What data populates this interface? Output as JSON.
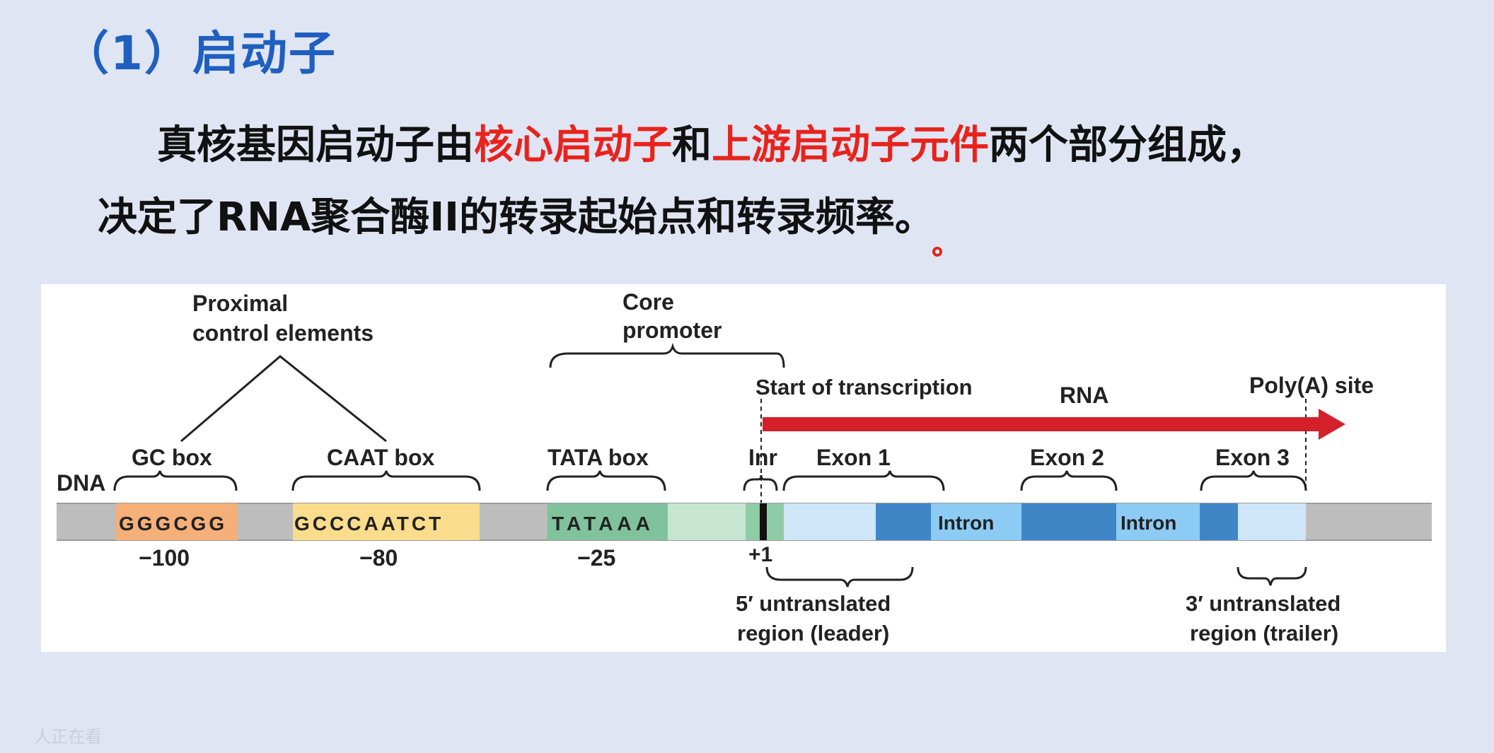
{
  "title": "（1）启动子",
  "paragraph": {
    "p1": "真核基因启动子由",
    "red1": "核心启动子",
    "p2": "和",
    "red2": "上游启动子元件",
    "p3": "两个部分组成，",
    "p4": "决定了RNA聚合酶II的转录起始点和转录频率。"
  },
  "colors": {
    "title": "#1f5fbf",
    "highlight": "#e8231c",
    "gc_box": "#f5b07a",
    "caat_box": "#f9dc8c",
    "tata_box": "#7fc29b",
    "exon": "#cfe6f8",
    "intron": "#3f86c6",
    "rna_arrow": "#d4202a"
  },
  "diagram": {
    "proximal_label_1": "Proximal",
    "proximal_label_2": "control elements",
    "core_label_1": "Core",
    "core_label_2": "promoter",
    "start_label": "Start of transcription",
    "rna_label": "RNA",
    "polya_label": "Poly(A) site",
    "dna_label": "DNA",
    "gc_box": "GC box",
    "caat_box": "CAAT box",
    "tata_box": "TATA box",
    "inr": "Inr",
    "exon1": "Exon 1",
    "exon2": "Exon 2",
    "exon3": "Exon 3",
    "gc_seq": "GGGCGG",
    "caat_seq": "GCCCAATCT",
    "tata_seq": "TATAAA",
    "intron1": "Intron",
    "intron2": "Intron",
    "pos_100": "−100",
    "pos_80": "−80",
    "pos_25": "−25",
    "pos_plus1": "+1",
    "utr5_1": "5′ untranslated",
    "utr5_2": "region (leader)",
    "utr3_1": "3′ untranslated",
    "utr3_2": "region (trailer)"
  },
  "watermark": "人正在看"
}
